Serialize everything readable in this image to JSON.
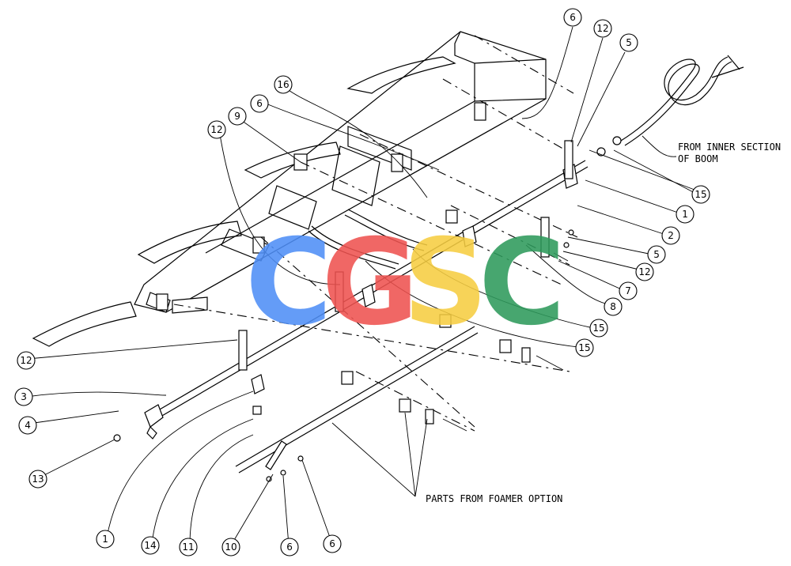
{
  "callouts": [
    "1",
    "2",
    "3",
    "4",
    "5",
    "6",
    "7",
    "8",
    "9",
    "10",
    "11",
    "12",
    "13",
    "14",
    "15",
    "16"
  ],
  "notes": {
    "inner_section_line1": "FROM INNER SECTION",
    "inner_section_line2": "OF BOOM",
    "foamer": "PARTS FROM FOAMER OPTION"
  },
  "watermark": {
    "letters": [
      "C",
      "G",
      "S",
      "C"
    ],
    "colors": [
      "#4f8ff7",
      "#ef5350",
      "#f6cd41",
      "#2e9a5c"
    ]
  }
}
